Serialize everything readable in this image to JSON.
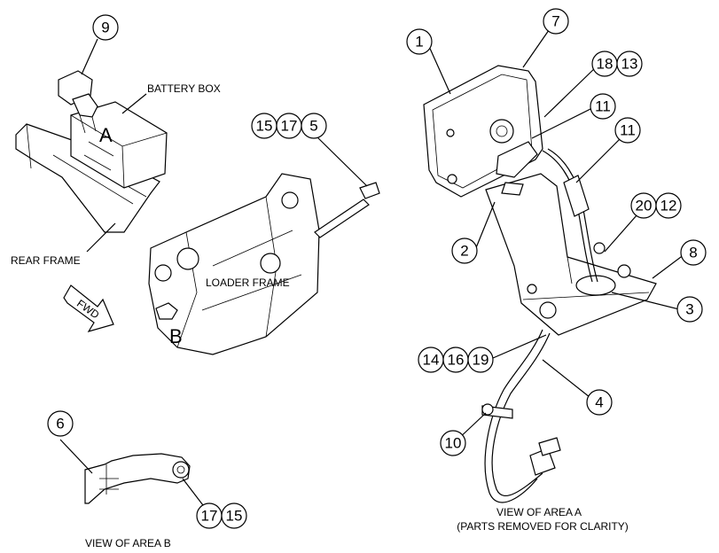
{
  "labels": {
    "battery_box": "BATTERY BOX",
    "rear_frame": "REAR FRAME",
    "loader_frame": "LOADER FRAME",
    "area_a_marker": "A",
    "area_b_marker": "B",
    "fwd": "FWD",
    "view_area_a_line1": "VIEW OF AREA A",
    "view_area_a_line2": "(PARTS REMOVED FOR CLARITY)",
    "view_area_b": "VIEW OF AREA B"
  },
  "callouts": {
    "c1": "1",
    "c2": "2",
    "c3": "3",
    "c4": "4",
    "c5": "5",
    "c6": "6",
    "c7": "7",
    "c8": "8",
    "c9": "9",
    "c10": "10",
    "c11a": "11",
    "c11b": "11",
    "c12": "12",
    "c13": "13",
    "c14": "14",
    "c15a": "15",
    "c15b": "15",
    "c16": "16",
    "c17a": "17",
    "c17b": "17",
    "c18": "18",
    "c19": "19",
    "c20": "20"
  }
}
